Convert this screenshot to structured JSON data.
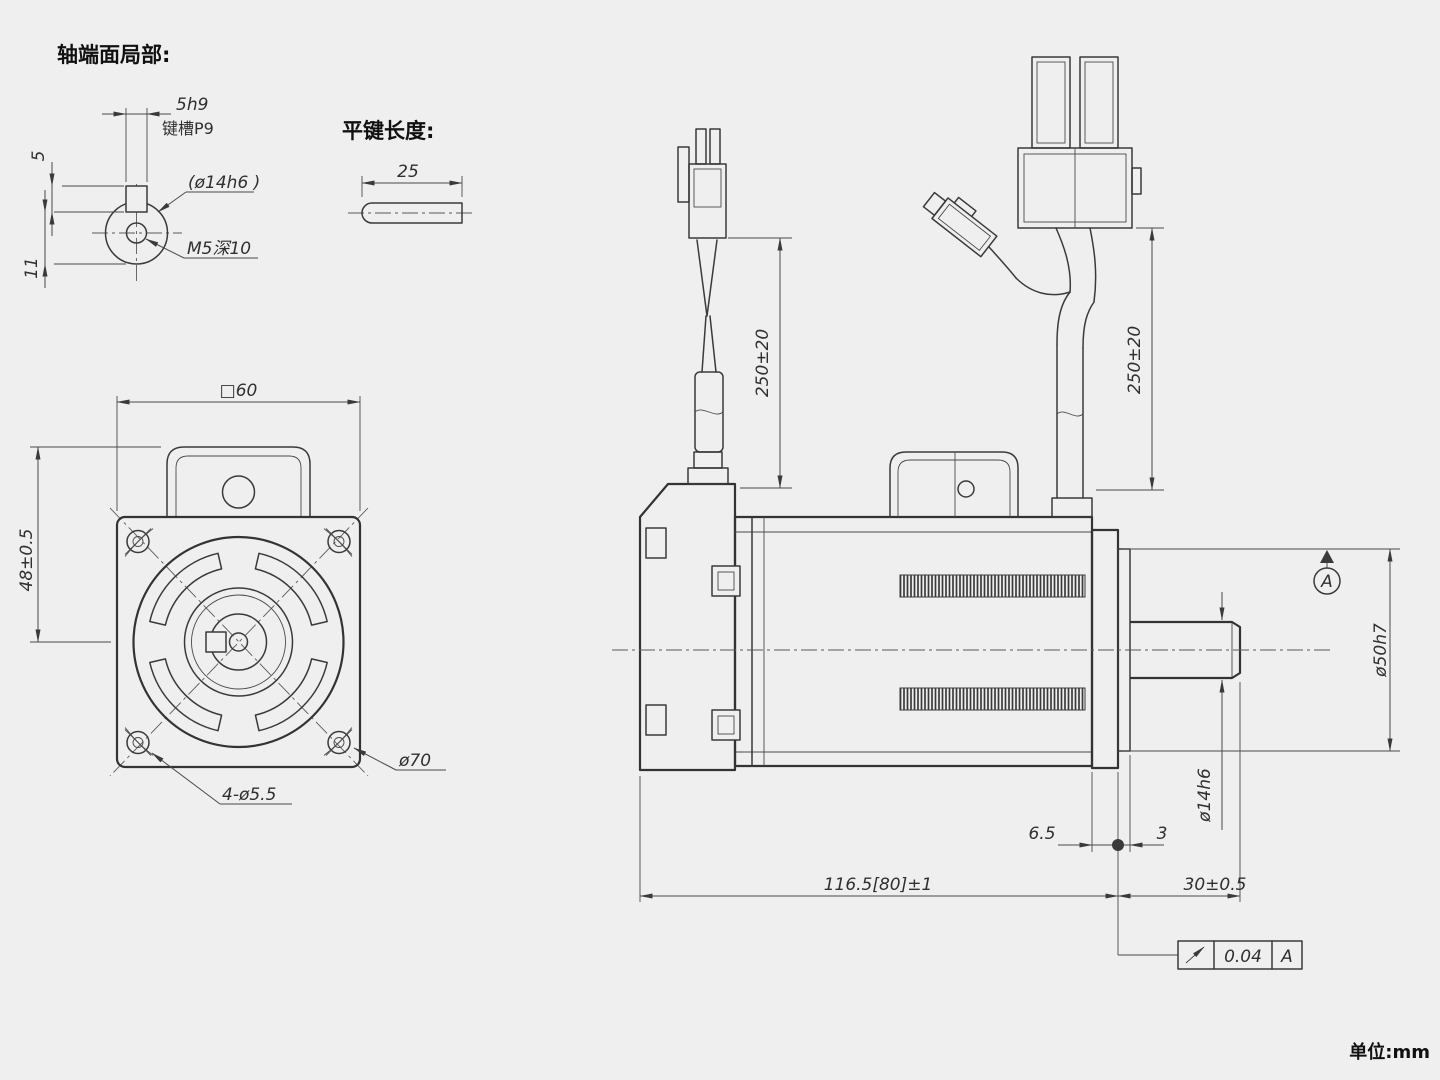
{
  "drawing": {
    "background_color": "#efefef",
    "line_color": "#3a3a3a",
    "unit_note": "单位:mm"
  },
  "shaft_end_detail": {
    "title": "轴端面局部:",
    "keyway_width": "5h9",
    "keyway_spec": "键槽P9",
    "key_height": "5",
    "keyway_remainder": "11",
    "shaft_dia_ref": "(ø14h6 )",
    "tapped_hole": "M5深10"
  },
  "flat_key": {
    "title": "平键长度:",
    "key_length": "25"
  },
  "front_view": {
    "flange_size": "□60",
    "center_height": "48±0.5",
    "bolt_circle_dia": "ø70",
    "mounting_holes": "4-ø5.5"
  },
  "side_view": {
    "encoder_cable_length": "250±20",
    "power_cable_length": "250±20",
    "body_length": "116.5[80]±1",
    "shaft_length": "30±0.5",
    "flange_thickness": "6.5",
    "spigot_length": "3",
    "spigot_dia": "ø50h7",
    "shaft_dia": "ø14h6",
    "datum_label": "A",
    "runout": {
      "tolerance": "0.04",
      "datum": "A"
    }
  }
}
